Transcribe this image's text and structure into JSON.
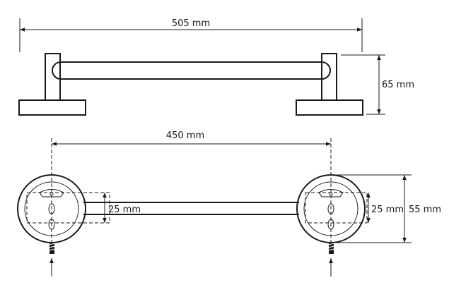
{
  "dimensions": {
    "overall_length": "505 mm",
    "height": "65 mm",
    "center_distance": "450 mm",
    "bar_width": "25 mm",
    "fixing_distance": "25 mm",
    "rosette_diameter": "55 mm"
  }
}
